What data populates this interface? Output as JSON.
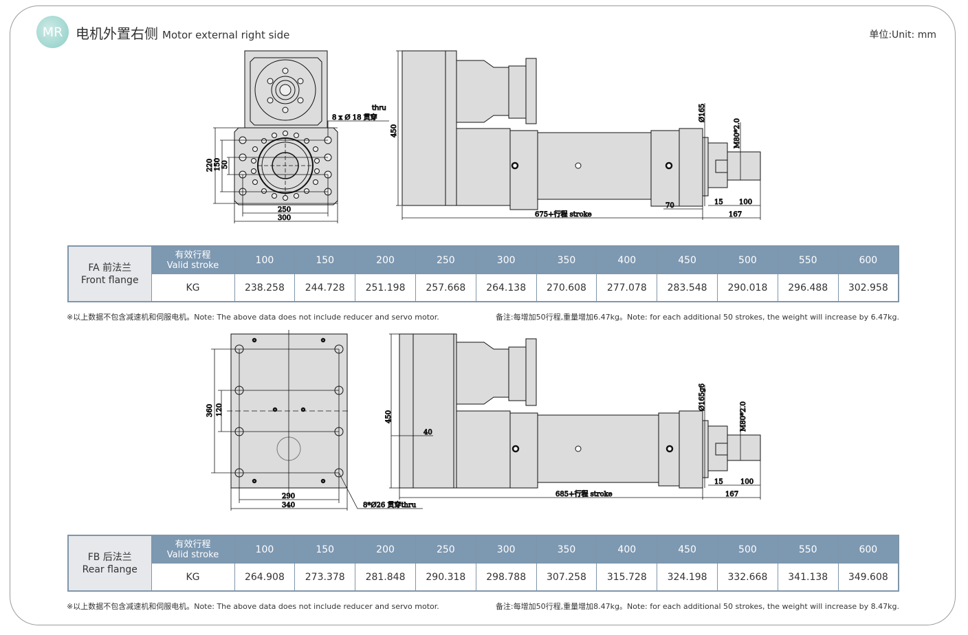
{
  "header": {
    "badge": "MR",
    "title_cn": "电机外置右侧",
    "title_en": "Motor external right side",
    "unit": "单位:Unit: mm"
  },
  "drawing_fa": {
    "hole_note_top": "thru",
    "hole_note": "8 x Ø 18 贯穿",
    "dim_220": "220",
    "dim_150": "150",
    "dim_50": "50",
    "dim_250": "250",
    "dim_300": "300",
    "dim_450": "450",
    "dim_d165": "Ø165",
    "dim_m80": "M80*2.0",
    "dim_70": "70",
    "dim_15": "15",
    "dim_100": "100",
    "dim_167": "167",
    "dim_stroke": "675+行程 stroke"
  },
  "drawing_fb": {
    "dim_360": "360",
    "dim_120": "120",
    "dim_290": "290",
    "dim_340": "340",
    "hole_note": "8*Ø26 贯穿thru",
    "dim_450": "450",
    "dim_40": "40",
    "dim_d165": "Ø165g6",
    "dim_m80": "M80*2.0",
    "dim_15": "15",
    "dim_100": "100",
    "dim_167": "167",
    "dim_stroke": "685+行程 stroke"
  },
  "table_fa": {
    "lead_1": "FA 前法兰",
    "lead_2": "Front flange",
    "stroke_cn": "有效行程",
    "stroke_en": "Valid stroke",
    "row_label": "KG",
    "strokes": [
      "100",
      "150",
      "200",
      "250",
      "300",
      "350",
      "400",
      "450",
      "500",
      "550",
      "600"
    ],
    "weights": [
      "238.258",
      "244.728",
      "251.198",
      "257.668",
      "264.138",
      "270.608",
      "277.078",
      "283.548",
      "290.018",
      "296.488",
      "302.958"
    ],
    "note_left": "※以上数据不包含减速机和伺服电机。Note: The above data does not include reducer and servo motor.",
    "note_right": "备注:每增加50行程,重量增加6.47kg。Note: for each additional 50 strokes, the weight will increase by 6.47kg."
  },
  "table_fb": {
    "lead_1": "FB 后法兰",
    "lead_2": "Rear flange",
    "stroke_cn": "有效行程",
    "stroke_en": "Valid stroke",
    "row_label": "KG",
    "strokes": [
      "100",
      "150",
      "200",
      "250",
      "300",
      "350",
      "400",
      "450",
      "500",
      "550",
      "600"
    ],
    "weights": [
      "264.908",
      "273.378",
      "281.848",
      "290.318",
      "298.788",
      "307.258",
      "315.728",
      "324.198",
      "332.668",
      "341.138",
      "349.608"
    ],
    "note_left": "※以上数据不包含减速机和伺服电机。Note: The above data does not include reducer and servo motor.",
    "note_right": "备注:每增加50行程,重量增加8.47kg。Note: for each additional 50 strokes, the weight will increase by 8.47kg."
  },
  "colors": {
    "header": "#7d98b1",
    "lead": "#e6e8eb",
    "part": "#dcdcdc",
    "badge": "#8ccfc6"
  }
}
